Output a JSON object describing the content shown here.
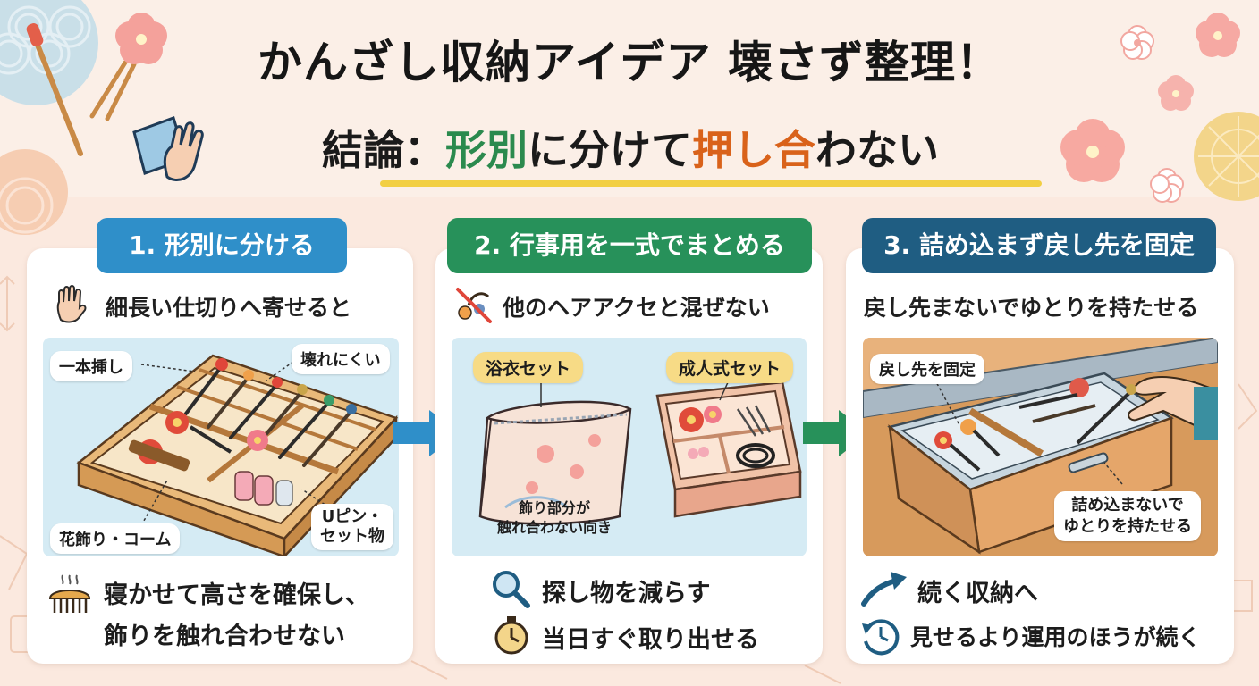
{
  "header": {
    "title": "かんざし収納アイデア 壊さず整理！",
    "conclusion_prefix": "結論：",
    "conclusion_green": "形別",
    "conclusion_mid1": "に分けて",
    "conclusion_orange": "押し合",
    "conclusion_suffix": "わない"
  },
  "steps": [
    {
      "ribbon": "1. 形別に分ける",
      "color": "#2f8fc9",
      "subtitle": "細長い仕切りへ寄せると",
      "labels": [
        "一本挿し",
        "壊れにくい",
        "花飾り・コーム",
        "Uピン・",
        "セット物"
      ],
      "bottom": [
        "寝かせて高さを確保し、",
        "飾りを触れ合わせない"
      ]
    },
    {
      "ribbon": "2. 行事用を一式でまとめる",
      "color": "#27915a",
      "subtitle": "他のヘアアクセと混ぜない",
      "labels": [
        "浴衣セット",
        "成人式セット",
        "飾り部分が",
        "触れ合わない向き"
      ],
      "bottom": [
        "探し物を減らす",
        "当日すぐ取り出せる"
      ]
    },
    {
      "ribbon": "3. 詰め込まず戻し先を固定",
      "color": "#1f5d82",
      "subtitle": "戻し先まないでゆとりを持たせる",
      "labels": [
        "戻し先を固定",
        "詰め込まないで",
        "ゆとりを持たせる"
      ],
      "bottom": [
        "続く収納へ",
        "見せるより運用のほうが続く"
      ]
    }
  ]
}
